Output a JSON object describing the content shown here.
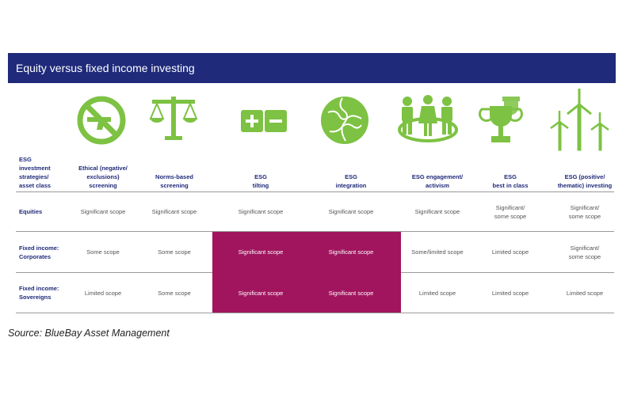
{
  "title": "Equity versus fixed income investing",
  "row_header": [
    "ESG",
    "investment",
    "strategies/",
    "asset class"
  ],
  "colors": {
    "title_bar": "#1f2a7a",
    "icon_green": "#7dc242",
    "highlight": "#a0155e"
  },
  "columns": [
    {
      "icon": "no-gun-icon",
      "label": [
        "Ethical (negative/",
        "exclusions)",
        "screening"
      ]
    },
    {
      "icon": "scales-icon",
      "label": [
        "Norms-based",
        "screening"
      ]
    },
    {
      "icon": "plus-minus-icon",
      "label": [
        "ESG",
        "tilting"
      ]
    },
    {
      "icon": "puzzle-icon",
      "label": [
        "ESG",
        "integration"
      ]
    },
    {
      "icon": "people-icon",
      "label": [
        "ESG engagement/",
        "activism"
      ]
    },
    {
      "icon": "trophy-icon",
      "label": [
        "ESG",
        "best in class"
      ]
    },
    {
      "icon": "wind-turbine-icon",
      "label": [
        "ESG (positive/",
        "thematic) investing"
      ]
    }
  ],
  "rows": [
    {
      "label": [
        "Equities"
      ],
      "cells": [
        [
          "Significant scope"
        ],
        [
          "Significant scope"
        ],
        [
          "Significant scope"
        ],
        [
          "Significant scope"
        ],
        [
          "Significant scope"
        ],
        [
          "Significant/",
          "some scope"
        ],
        [
          "Significant/",
          "some scope"
        ]
      ]
    },
    {
      "label": [
        "Fixed income:",
        "Corporates"
      ],
      "cells": [
        [
          "Some scope"
        ],
        [
          "Some scope"
        ],
        [
          "Significant scope"
        ],
        [
          "Significant scope"
        ],
        [
          "Some/limited scope"
        ],
        [
          "Limited scope"
        ],
        [
          "Significant/",
          "some scope"
        ]
      ]
    },
    {
      "label": [
        "Fixed income:",
        "Sovereigns"
      ],
      "cells": [
        [
          "Limited scope"
        ],
        [
          "Some scope"
        ],
        [
          "Significant scope"
        ],
        [
          "Significant scope"
        ],
        [
          "Limited scope"
        ],
        [
          "Limited scope"
        ],
        [
          "Limited scope"
        ]
      ]
    }
  ],
  "source": "Source: BlueBay Asset Management"
}
